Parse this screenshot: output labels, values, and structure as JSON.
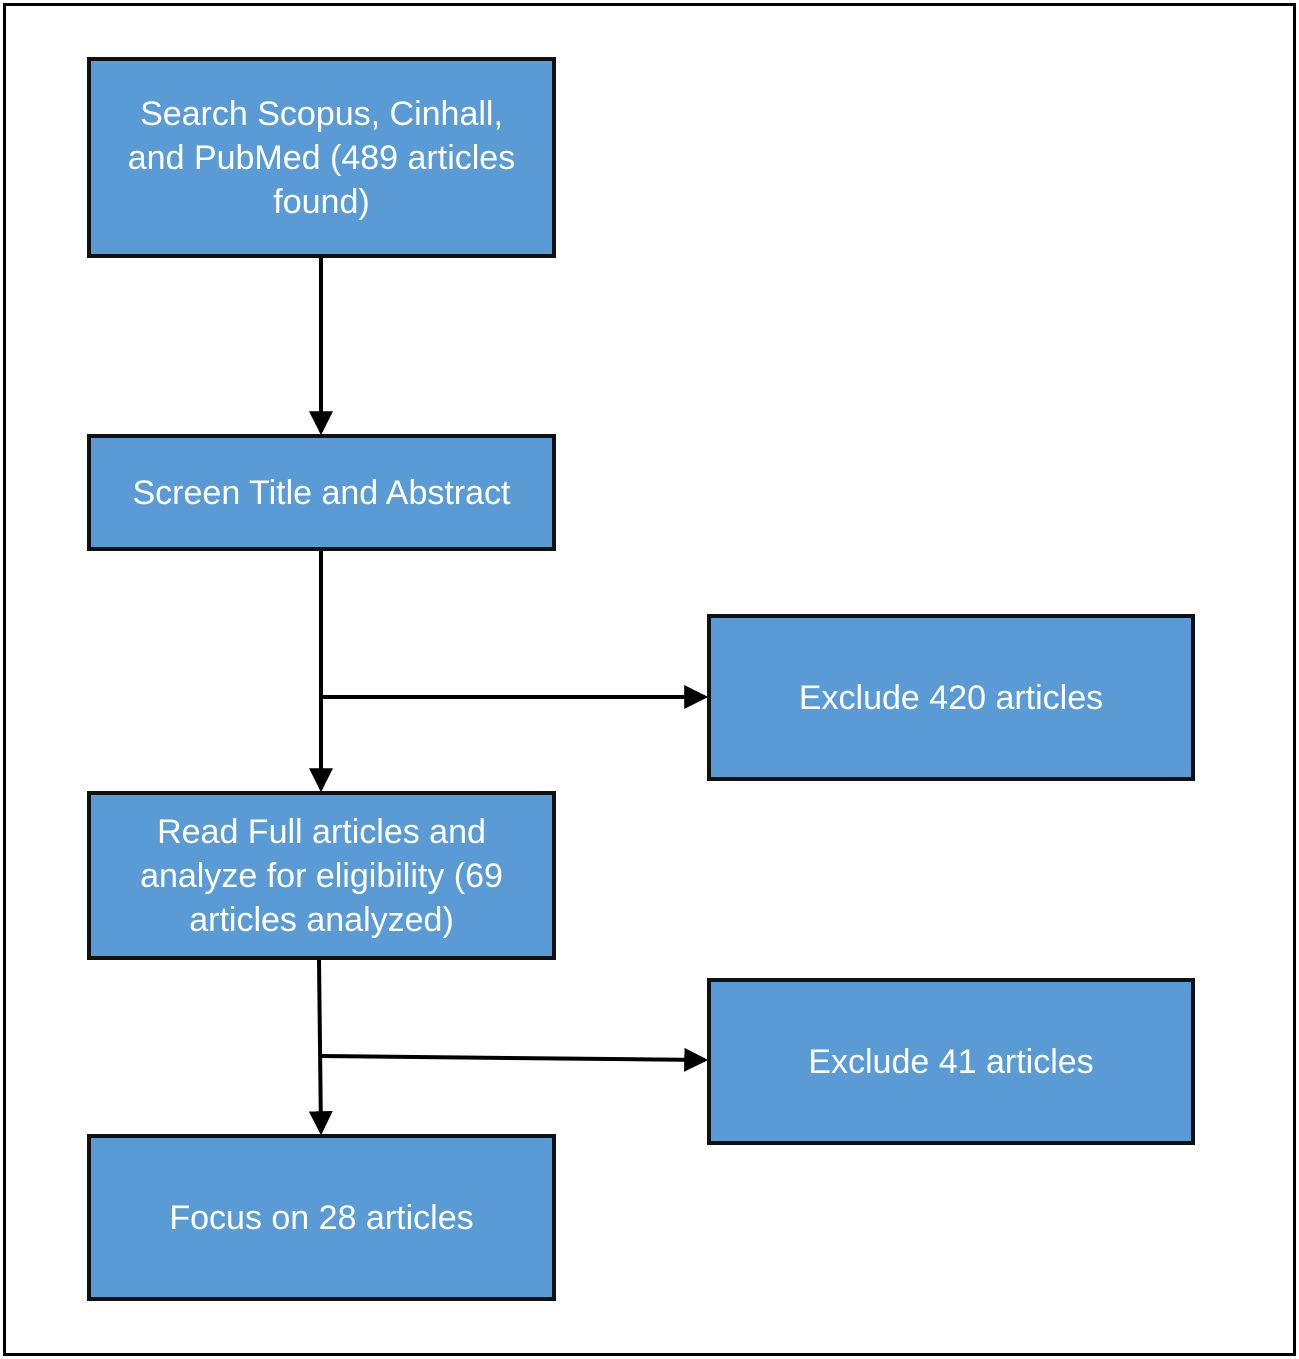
{
  "colors": {
    "box_fill": "#5b9bd5",
    "box_border": "#111111",
    "box_text": "#ffffff",
    "connector": "#000000",
    "frame": "#000000"
  },
  "nodes": {
    "search": "Search Scopus, Cinhall, and PubMed (489 articles found)",
    "screen": "Screen Title and Abstract",
    "exclude_first": "Exclude 420 articles",
    "read": "Read Full articles and analyze for eligibility (69 articles analyzed)",
    "exclude_second": "Exclude 41 articles",
    "focus": "Focus on 28 articles"
  }
}
